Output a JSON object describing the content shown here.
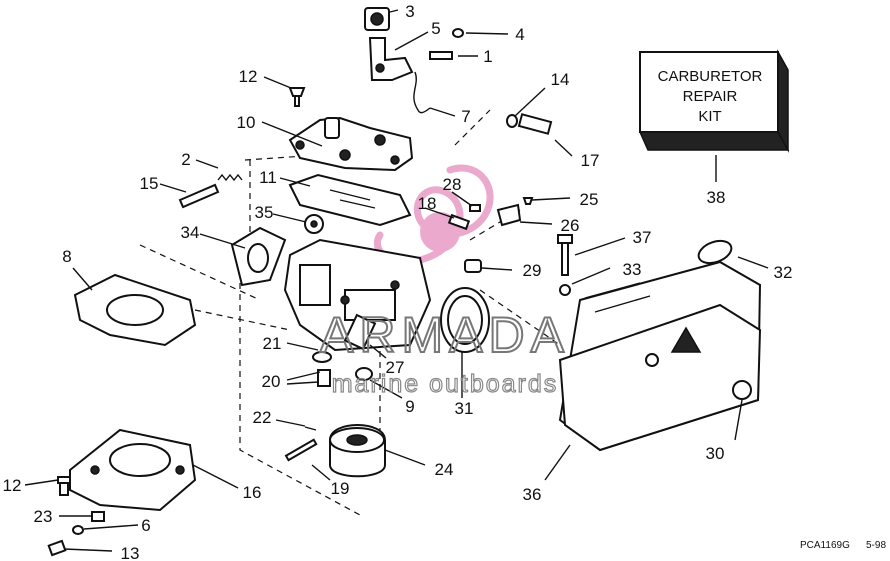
{
  "callouts": [
    {
      "id": "3",
      "label": "3"
    },
    {
      "id": "4",
      "label": "4"
    },
    {
      "id": "5",
      "label": "5"
    },
    {
      "id": "1",
      "label": "1"
    },
    {
      "id": "12a",
      "label": "12"
    },
    {
      "id": "7",
      "label": "7"
    },
    {
      "id": "14",
      "label": "14"
    },
    {
      "id": "10",
      "label": "10"
    },
    {
      "id": "17",
      "label": "17"
    },
    {
      "id": "2",
      "label": "2"
    },
    {
      "id": "15",
      "label": "15"
    },
    {
      "id": "11",
      "label": "11"
    },
    {
      "id": "28",
      "label": "28"
    },
    {
      "id": "25",
      "label": "25"
    },
    {
      "id": "18",
      "label": "18"
    },
    {
      "id": "35",
      "label": "35"
    },
    {
      "id": "26",
      "label": "26"
    },
    {
      "id": "34",
      "label": "34"
    },
    {
      "id": "37",
      "label": "37"
    },
    {
      "id": "8",
      "label": "8"
    },
    {
      "id": "29",
      "label": "29"
    },
    {
      "id": "33",
      "label": "33"
    },
    {
      "id": "32",
      "label": "32"
    },
    {
      "id": "21",
      "label": "21"
    },
    {
      "id": "27",
      "label": "27"
    },
    {
      "id": "20",
      "label": "20"
    },
    {
      "id": "9",
      "label": "9"
    },
    {
      "id": "31",
      "label": "31"
    },
    {
      "id": "22",
      "label": "22"
    },
    {
      "id": "30",
      "label": "30"
    },
    {
      "id": "24",
      "label": "24"
    },
    {
      "id": "16",
      "label": "16"
    },
    {
      "id": "19",
      "label": "19"
    },
    {
      "id": "36",
      "label": "36"
    },
    {
      "id": "12b",
      "label": "12"
    },
    {
      "id": "23",
      "label": "23"
    },
    {
      "id": "6",
      "label": "6"
    },
    {
      "id": "13",
      "label": "13"
    },
    {
      "id": "38",
      "label": "38"
    }
  ],
  "kit_box": {
    "line1": "CARBURETOR",
    "line2": "REPAIR",
    "line3": "KIT"
  },
  "watermark": {
    "main": "ARMADA",
    "sub": "marine outboards"
  },
  "footer": {
    "code": "PCA1169G",
    "date": "5-98"
  },
  "colors": {
    "ink": "#111111",
    "watermark_pink": "#e8a0c8",
    "watermark_gray": "#777777"
  }
}
